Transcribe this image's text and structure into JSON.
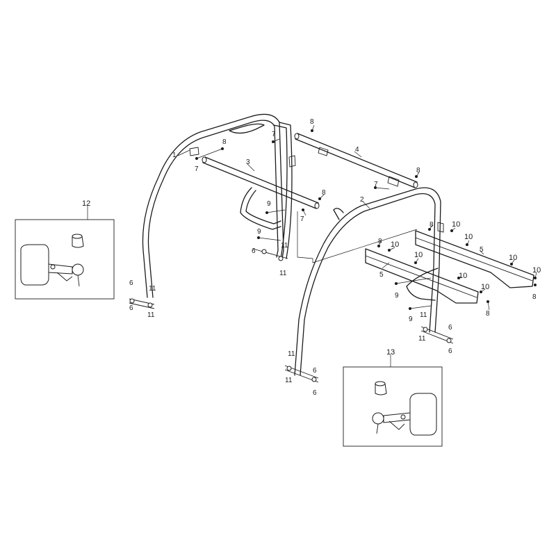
{
  "callouts": {
    "c1": "1",
    "c2": "2",
    "c3": "3",
    "c4": "4",
    "c5a": "5",
    "c5b": "5",
    "c6": "6",
    "c7": "7",
    "c8": "8",
    "c9": "9",
    "c10": "10",
    "c11": "11",
    "c12": "12",
    "c13": "13"
  },
  "colors": {
    "line": "#1a1a1a",
    "background": "#ffffff"
  }
}
